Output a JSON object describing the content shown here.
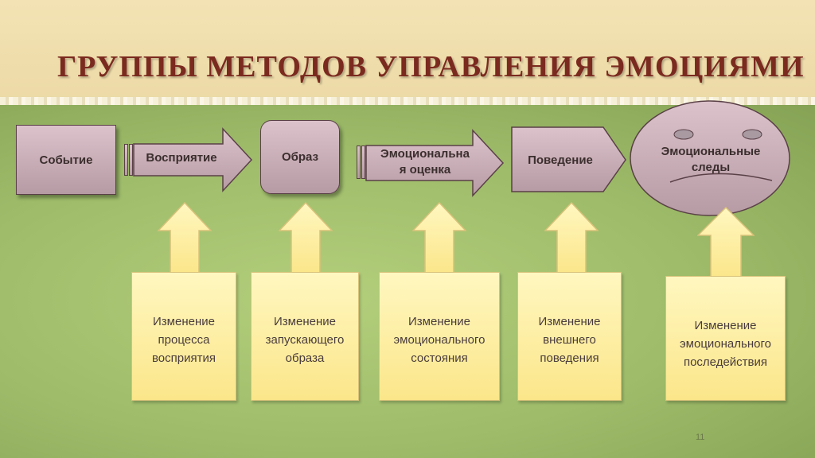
{
  "title": "ГРУППЫ МЕТОДОВ УПРАВЛЕНИЯ ЭМОЦИЯМИ",
  "flow": {
    "event": "Событие",
    "perception": "Восприятие",
    "image": "Образ",
    "emotional_assessment_line1": "Эмоциональна",
    "emotional_assessment_line2": "я оценка",
    "behavior": "Поведение",
    "traces_line1": "Эмоциональные",
    "traces_line2": "следы"
  },
  "methods": [
    {
      "line1": "Изменение",
      "line2": "процесса",
      "line3": "восприятия"
    },
    {
      "line1": "Изменение",
      "line2": "запускающего",
      "line3": "образа"
    },
    {
      "line1": "Изменение",
      "line2": "эмоционального",
      "line3": "состояния"
    },
    {
      "line1": "Изменение",
      "line2": "внешнего",
      "line3": "поведения"
    },
    {
      "line1": "Изменение",
      "line2": "эмоционального",
      "line3": "последействия"
    }
  ],
  "page_number": "11",
  "colors": {
    "title": "#7b2a1f",
    "node_fill": "#c9aeb7",
    "box_fill": "#fbe68a",
    "background_top": "#f3e3b4",
    "background_bottom": "#9dbb69"
  }
}
